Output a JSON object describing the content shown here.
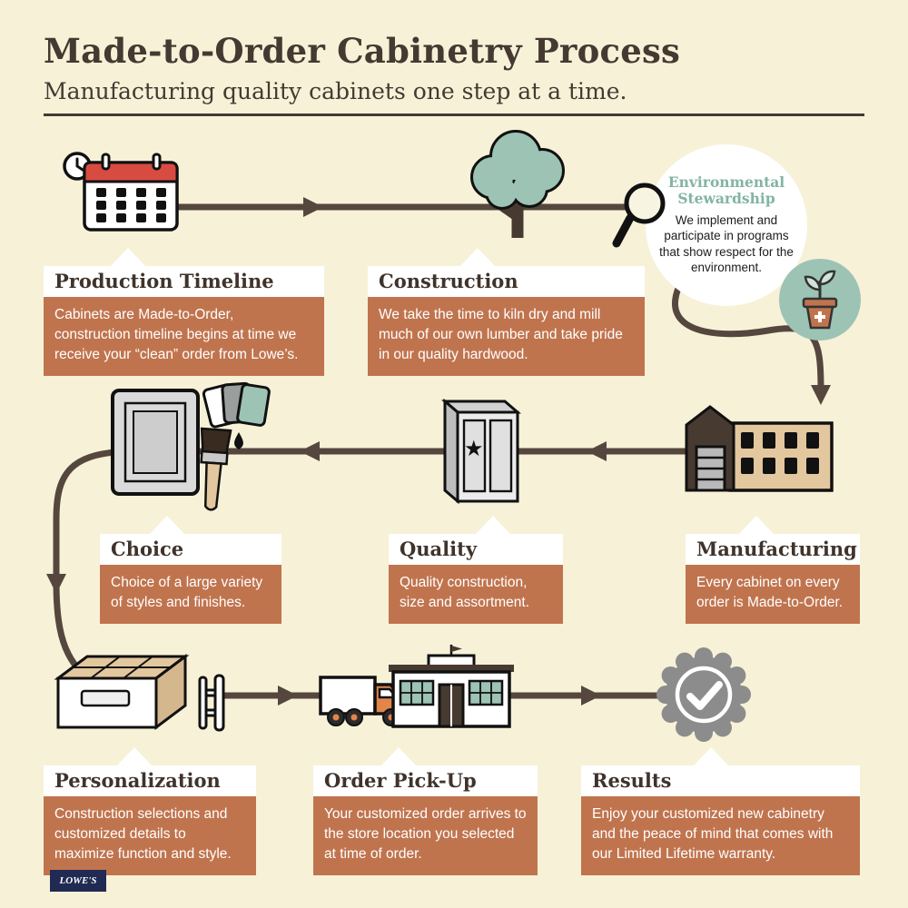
{
  "header": {
    "title": "Made-to-Order Cabinetry Process",
    "subtitle": "Manufacturing quality cabinets one step at a time."
  },
  "steps": {
    "production_timeline": {
      "title": "Production Timeline",
      "body": "Cabinets are Made-to-Order, construction timeline begins at time we receive your “clean” order from Lowe’s."
    },
    "construction": {
      "title": "Construction",
      "body": "We take the time to kiln dry and mill much of our own lumber and take pride in our quality hardwood."
    },
    "environmental": {
      "title": "Environmental Stewardship",
      "body": "We implement and participate in programs that show respect for the environment."
    },
    "choice": {
      "title": "Choice",
      "body": "Choice of a large variety of styles and finishes."
    },
    "quality": {
      "title": "Quality",
      "body": "Quality construction, size and assortment."
    },
    "manufacturing": {
      "title": "Manufacturing",
      "body": "Every cabinet on every order is Made-to-Order."
    },
    "personalization": {
      "title": "Personalization",
      "body": "Construction selections and customized details to maximize function and style."
    },
    "order_pickup": {
      "title": "Order Pick-Up",
      "body": "Your customized order arrives to the store location you selected at time of order."
    },
    "results": {
      "title": "Results",
      "body": "Enjoy your customized new cabinetry and the peace of mind that comes with our Limited Lifetime warranty."
    }
  },
  "footer": {
    "logo": "LOWE'S"
  },
  "colors": {
    "background": "#f7f1d8",
    "accent_orange": "#c0744e",
    "teal": "#9dc3b5",
    "dark_brown": "#453931",
    "flow_line": "#55473e",
    "factory_tan": "#e3c79e",
    "badge_gray": "#8c8c8c"
  }
}
